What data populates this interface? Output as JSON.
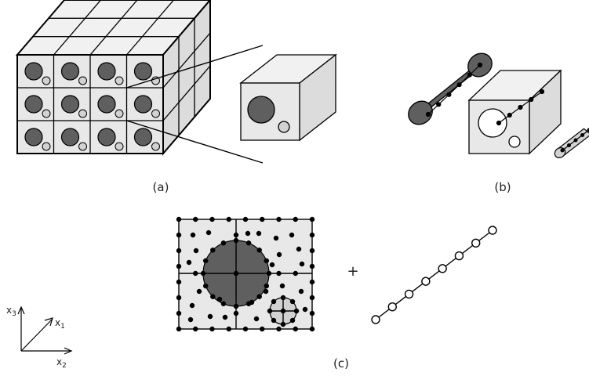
{
  "panels": [
    {
      "id": "a",
      "label": "(a)"
    },
    {
      "id": "b",
      "label": "(b)"
    },
    {
      "id": "c",
      "label": "(c)"
    }
  ],
  "operators": {
    "plus": "+"
  },
  "axes": {
    "x1": "x",
    "x1_sub": "1",
    "x2": "x",
    "x2_sub": "2",
    "x3": "x",
    "x3_sub": "3"
  },
  "colors": {
    "face_front": "#e8e8e8",
    "face_top": "#f1f1f1",
    "face_side": "#dcdcdc",
    "fiber_large": "#5f5f5f",
    "fiber_small": "#d2d2d2",
    "stroke": "#000000"
  }
}
